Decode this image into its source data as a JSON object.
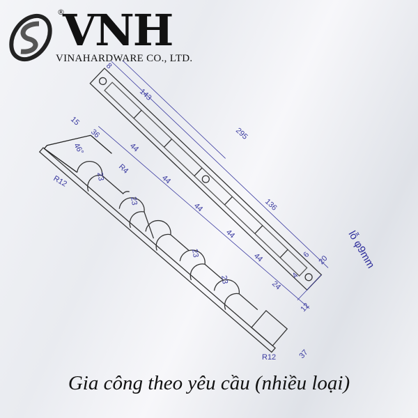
{
  "logo": {
    "brand": "VNH",
    "registered": "®",
    "company": "VINAHARDWARE CO., LTD."
  },
  "rail_dimensions": {
    "end_offset": "8",
    "hole_spacing": "143",
    "total_length": "295",
    "slot_length": "136",
    "width": "20",
    "d1": "4",
    "d2": "6",
    "hole_note": "lỗ φ9mm"
  },
  "hook_dimensions": {
    "start": "15",
    "first": "36",
    "angle": "46°",
    "small_radius": "R4",
    "spacing": [
      "44",
      "44",
      "44",
      "44",
      "44"
    ],
    "hook_depth": [
      "23",
      "23",
      "23",
      "23"
    ],
    "radius": "R12",
    "end": "24",
    "thickness": "12",
    "end_width": "37",
    "end_radius": "R12"
  },
  "caption": "Gia công theo yêu cầu (nhiều loại)",
  "colors": {
    "dimension": "#3a3aa0",
    "outline": "#333333"
  }
}
